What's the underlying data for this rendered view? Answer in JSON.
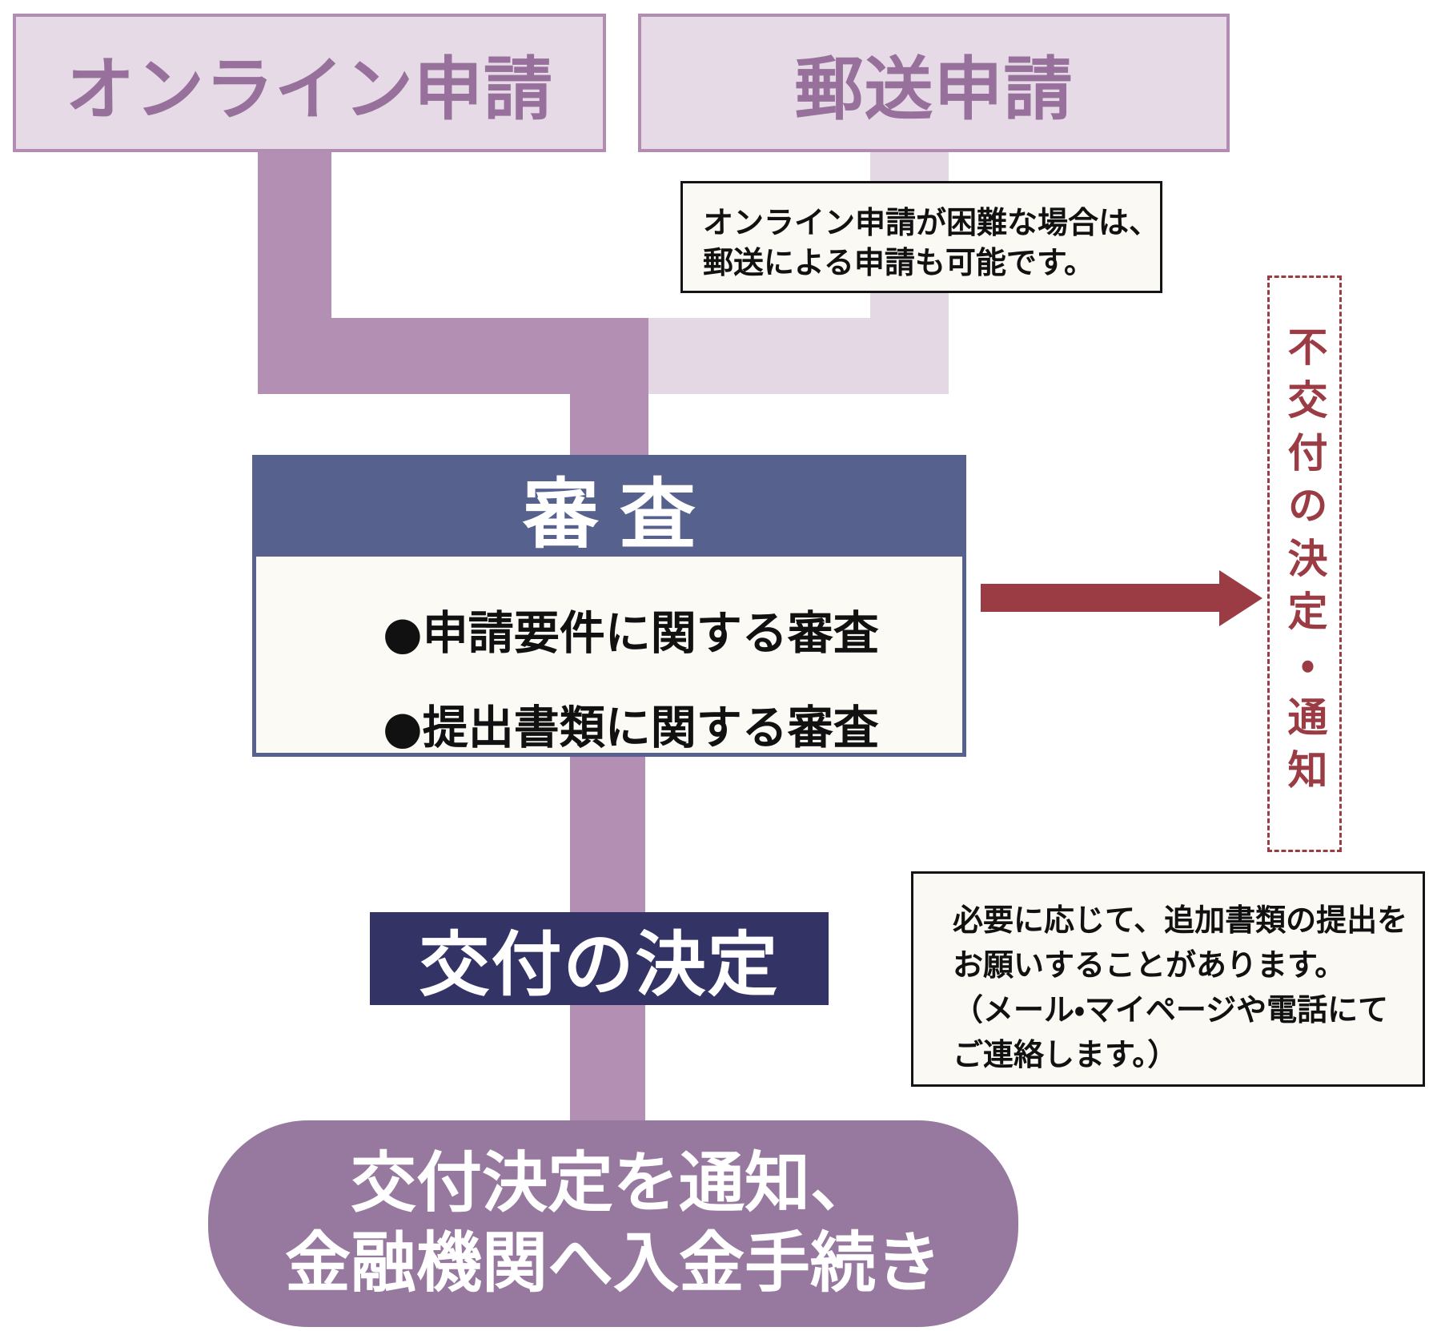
{
  "diagram": {
    "online_box": {
      "label": "オンライン申請"
    },
    "mail_box": {
      "label": "郵送申請"
    },
    "mail_note": {
      "line1": "オンライン申請が困難な場合は、",
      "line2": "郵送による申請も可能です。"
    },
    "review_box": {
      "header": "審査",
      "bullet1": "●申請要件に関する審査",
      "bullet2": "●提出書類に関する審査"
    },
    "rejection_box": {
      "label": "不交付の決定・通知"
    },
    "grant_box": {
      "label": "交付の決定"
    },
    "docs_note": {
      "line1": "必要に応じて、追加書類の提出を",
      "line2": "お願いすることがあります。",
      "line3": "（メール・マイページや電話にて",
      "line4": "ご連絡します。）"
    },
    "final_box": {
      "line1": "交付決定を通知、",
      "line2": "金融機関へ入金手続き"
    }
  },
  "colors": {
    "light_box_fill": "#e5dae5",
    "light_box_border": "#b28cb2",
    "light_box_text": "#97709c",
    "flow_dark": "#b48fb4",
    "flow_light": "#e3d8e3",
    "review_header": "#57618e",
    "review_body": "#fcfaf5",
    "grant_navy": "#343366",
    "rejection_red": "#9b3c44",
    "note_fill": "#fbf9f3",
    "final_fill": "#97789f"
  }
}
